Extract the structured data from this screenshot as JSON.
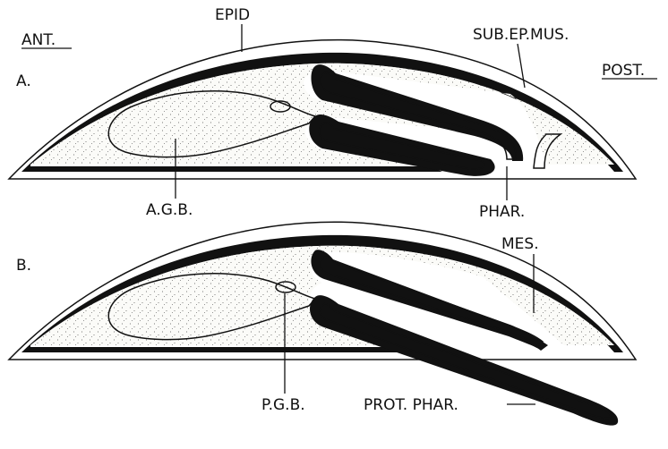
{
  "orientation": {
    "anterior": "ANT.",
    "posterior": "POST."
  },
  "panel_a": {
    "letter": "A.",
    "labels": {
      "epid": "EPID",
      "sub_ep_mus": "SUB.EP.MUS.",
      "agb": "A.G.B.",
      "phar": "PHAR."
    }
  },
  "panel_b": {
    "letter": "B.",
    "labels": {
      "mes": "MES.",
      "pgb": "P.G.B.",
      "prot_phar": "PROT. PHAR."
    }
  }
}
